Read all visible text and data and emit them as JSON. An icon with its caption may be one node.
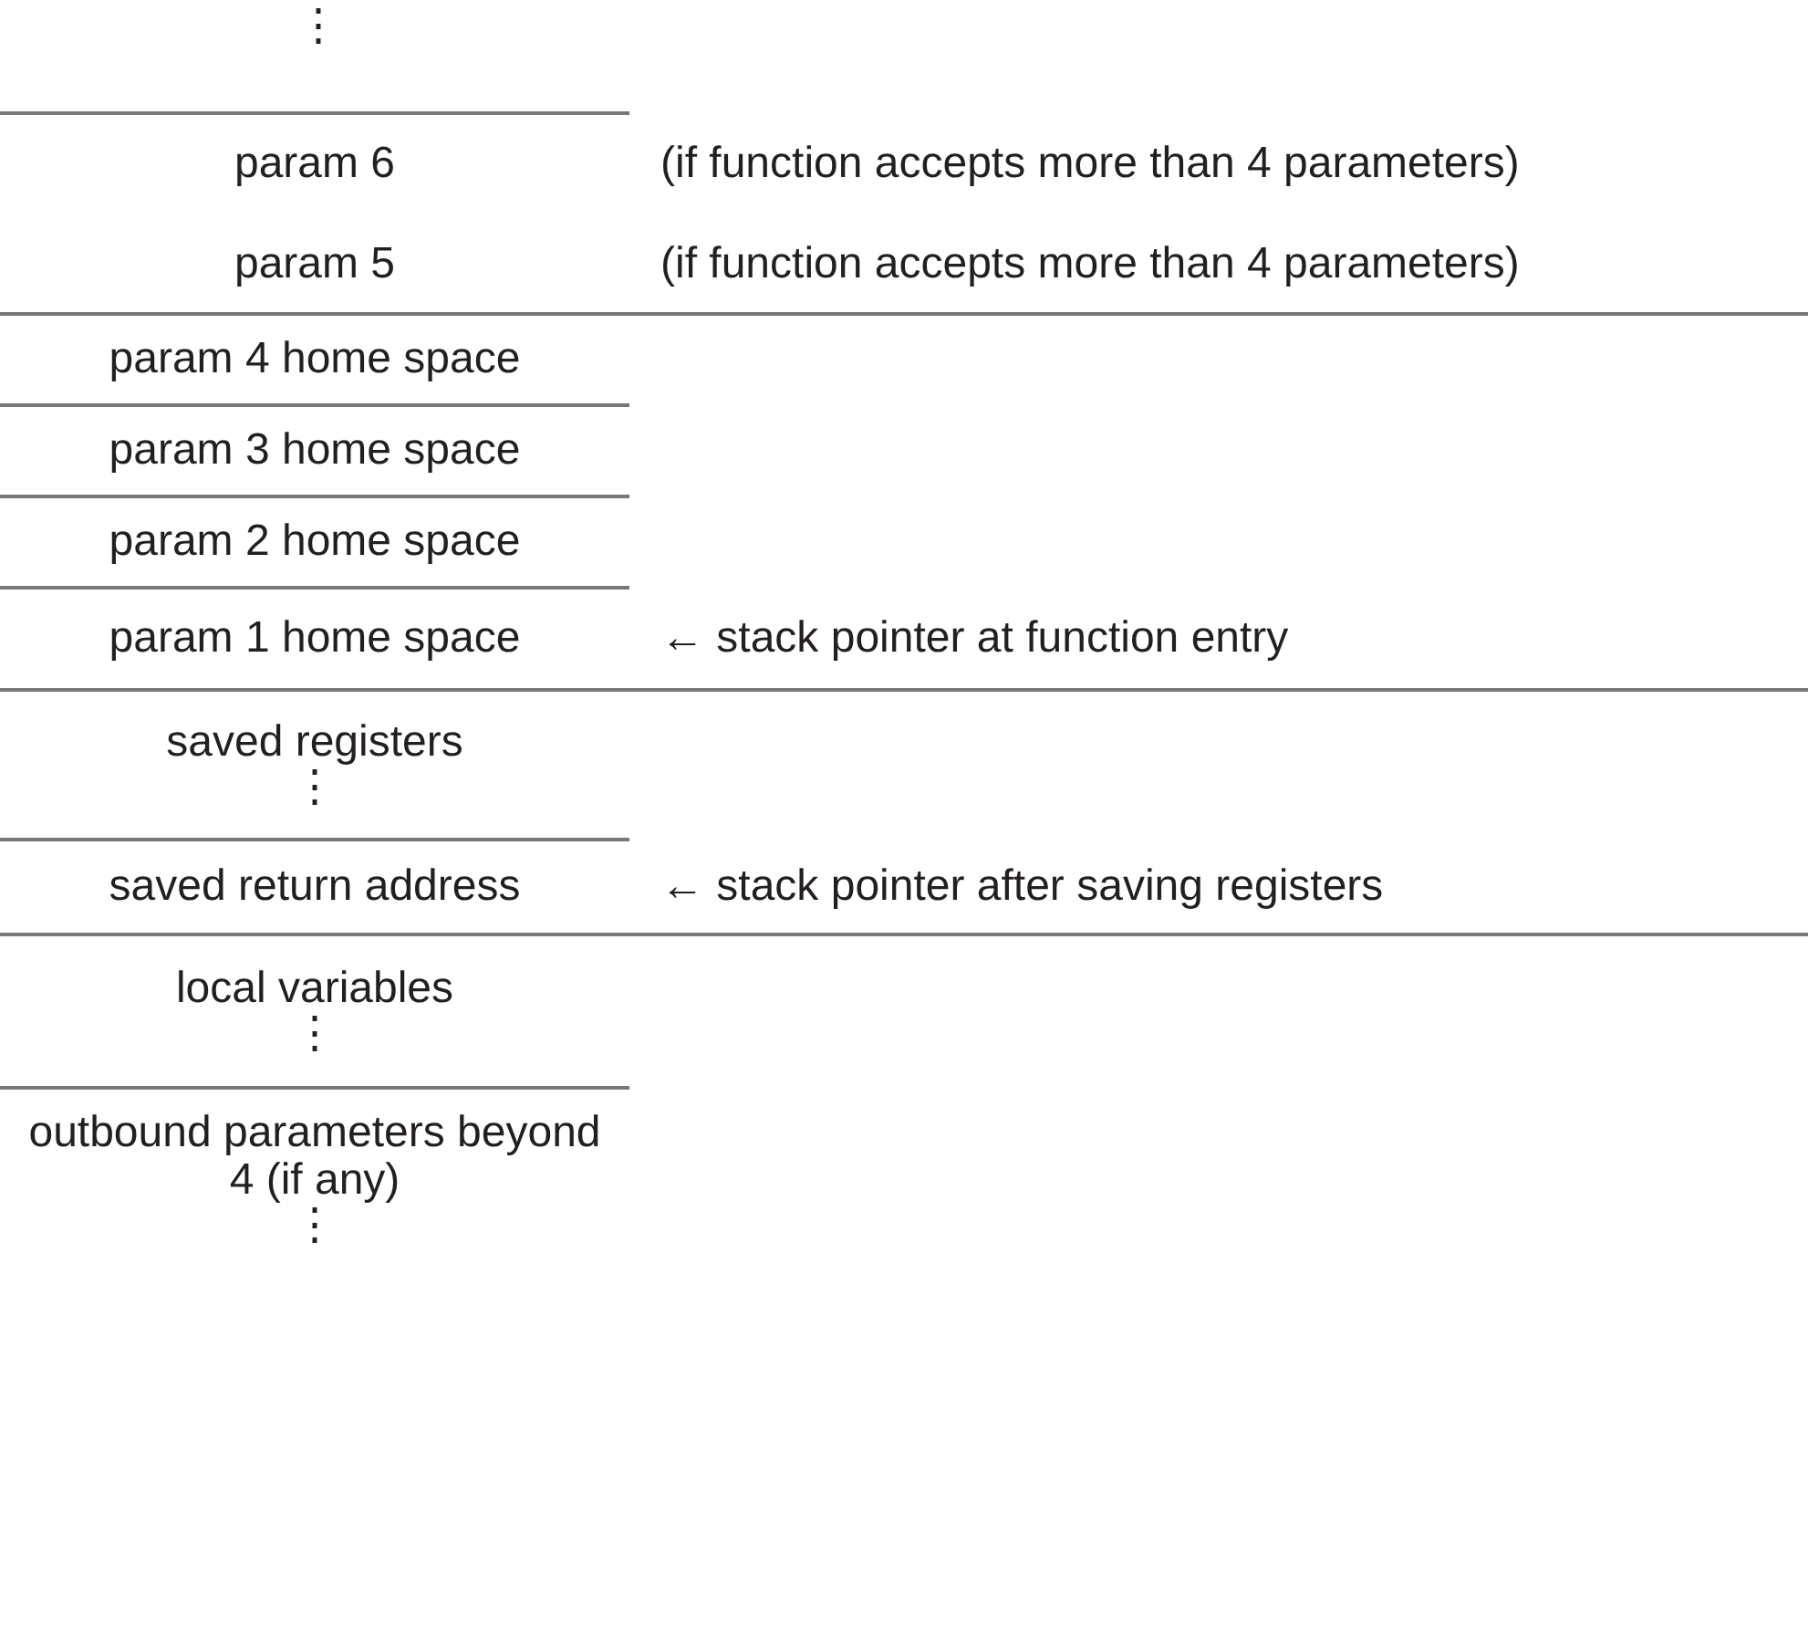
{
  "diagram": {
    "nodes": [
      {
        "text": [
          "param 6"
        ],
        "beside": [
          "(if function accepts more than 4 parameters)"
        ]
      },
      {
        "text": [
          "param 5"
        ],
        "beside": [
          "(if function accepts more than 4 parameters)"
        ]
      },
      {
        "text": [
          "param 4 home space"
        ]
      },
      {
        "text": [
          "param 3 home space"
        ]
      },
      {
        "text": [
          "param 2 home space"
        ]
      },
      {
        "text": [
          "param 1 home space"
        ],
        "beside": [
          "← stack pointer at function entry"
        ]
      },
      {
        "text": [
          "saved registers",
          "⋮"
        ]
      },
      {
        "text": [
          "saved return address"
        ],
        "beside": [
          "← stack pointer after saving registers"
        ]
      },
      {
        "text": [
          "local variables",
          "⋮"
        ]
      },
      {
        "text": [
          "outbound parameters beyond 4 (if any)",
          "⋮"
        ]
      }
    ],
    "labels": [
      "⋮"
    ]
  }
}
